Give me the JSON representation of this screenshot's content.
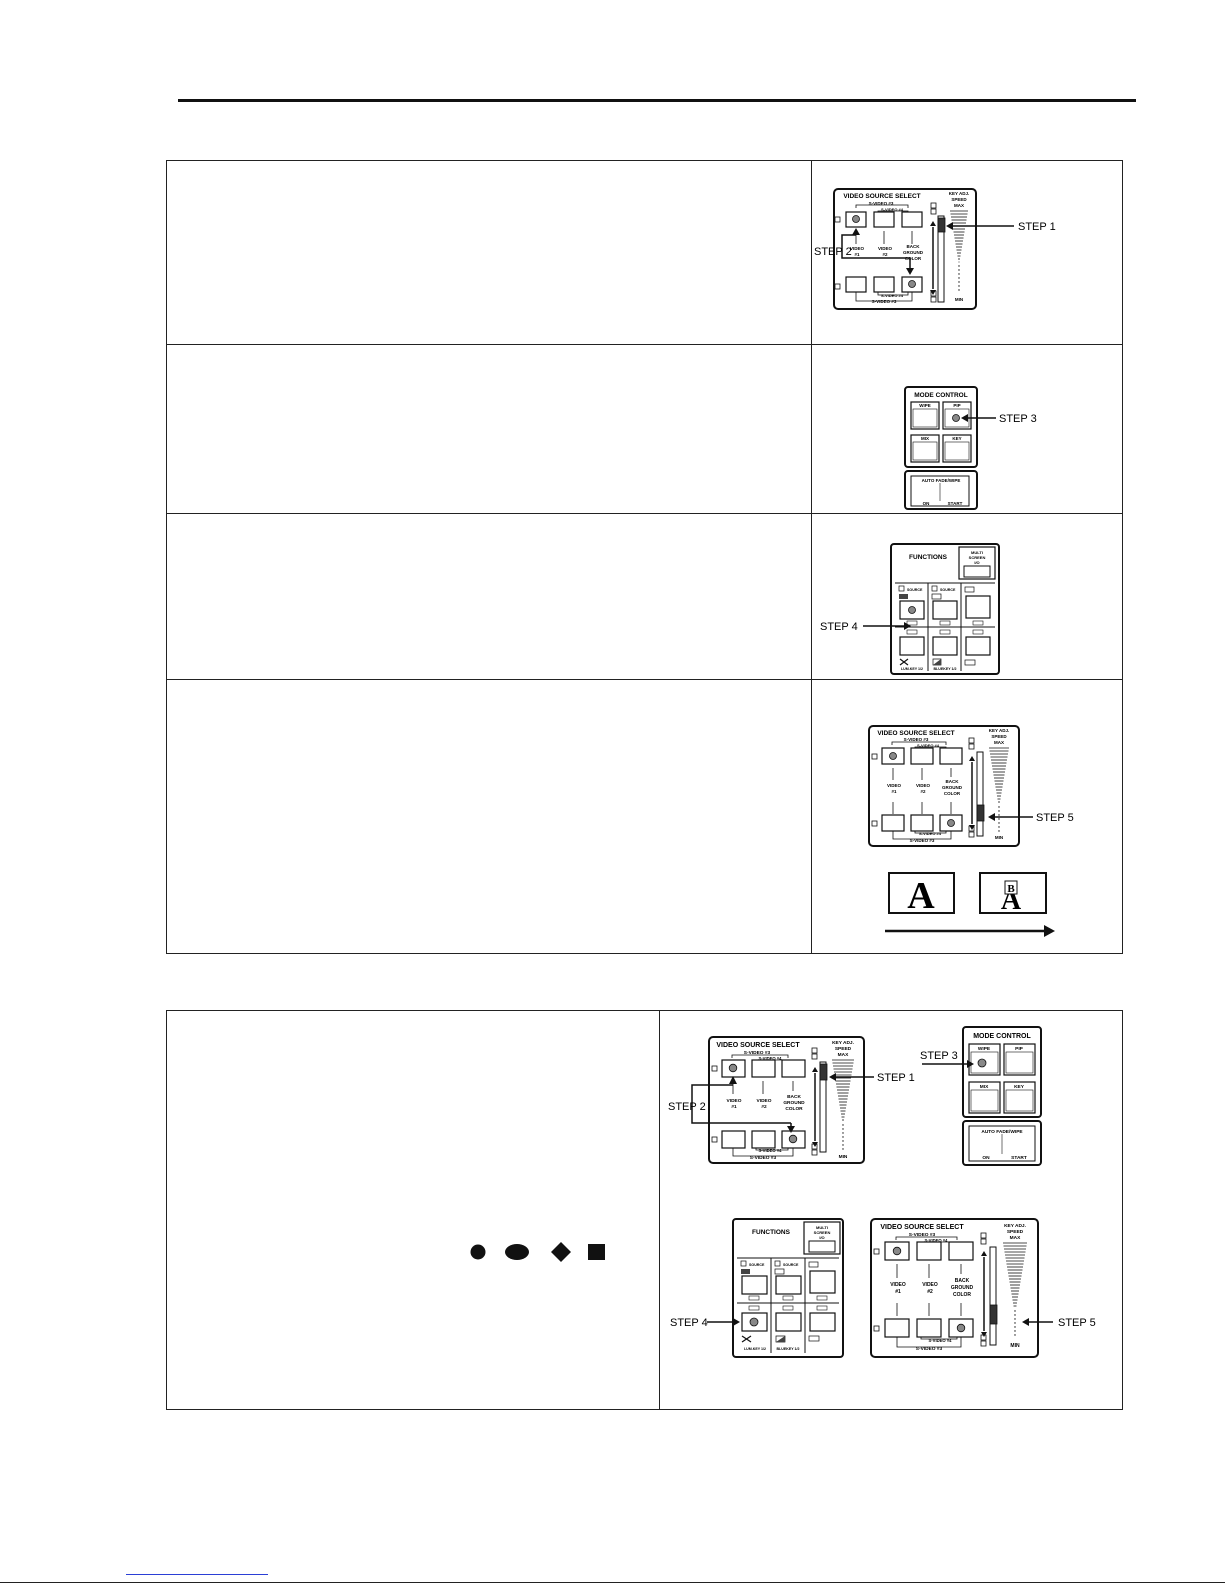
{
  "labels": {
    "video_source_select": "VIDEO SOURCE SELECT",
    "key_adj": "KEY ADJ.",
    "speed": "SPEED",
    "max": "MAX",
    "min": "MIN",
    "s_video_3": "S-VIDEO #3",
    "s_video_4": "S-VIDEO #4",
    "video_1a": "VIDEO",
    "video_1b": "#1",
    "video_2a": "VIDEO",
    "video_2b": "#2",
    "back": "BACK",
    "ground": "GROUND",
    "color": "COLOR",
    "mode_control": "MODE CONTROL",
    "wipe": "WIPE",
    "pip": "PIP",
    "mix": "MIX",
    "key": "KEY",
    "auto_fade_wipe": "AUTO FADE/WIPE",
    "on": "ON",
    "start": "START",
    "functions": "FUNCTIONS",
    "multi": "MULTI",
    "screen": "SCREEN",
    "io": "I/O",
    "source": "SOURCE",
    "a": "A",
    "b": "B",
    "lumkey": "LUM.KEY 1/2",
    "bluekey": "BLUEKEY 1/2"
  },
  "steps": {
    "step1": "STEP 1",
    "step2": "STEP 2",
    "step3": "STEP 3",
    "step4": "STEP 4",
    "step5": "STEP 5"
  },
  "colors": {
    "ink": "#111111",
    "panel_fill": "#ffffff",
    "indicator": "#8a8a8a",
    "link_blue": "#2b3fd6"
  },
  "icons": [
    "circle-shape-icon",
    "ellipse-shape-icon",
    "diamond-shape-icon",
    "square-shape-icon",
    "arrow-right-icon"
  ]
}
